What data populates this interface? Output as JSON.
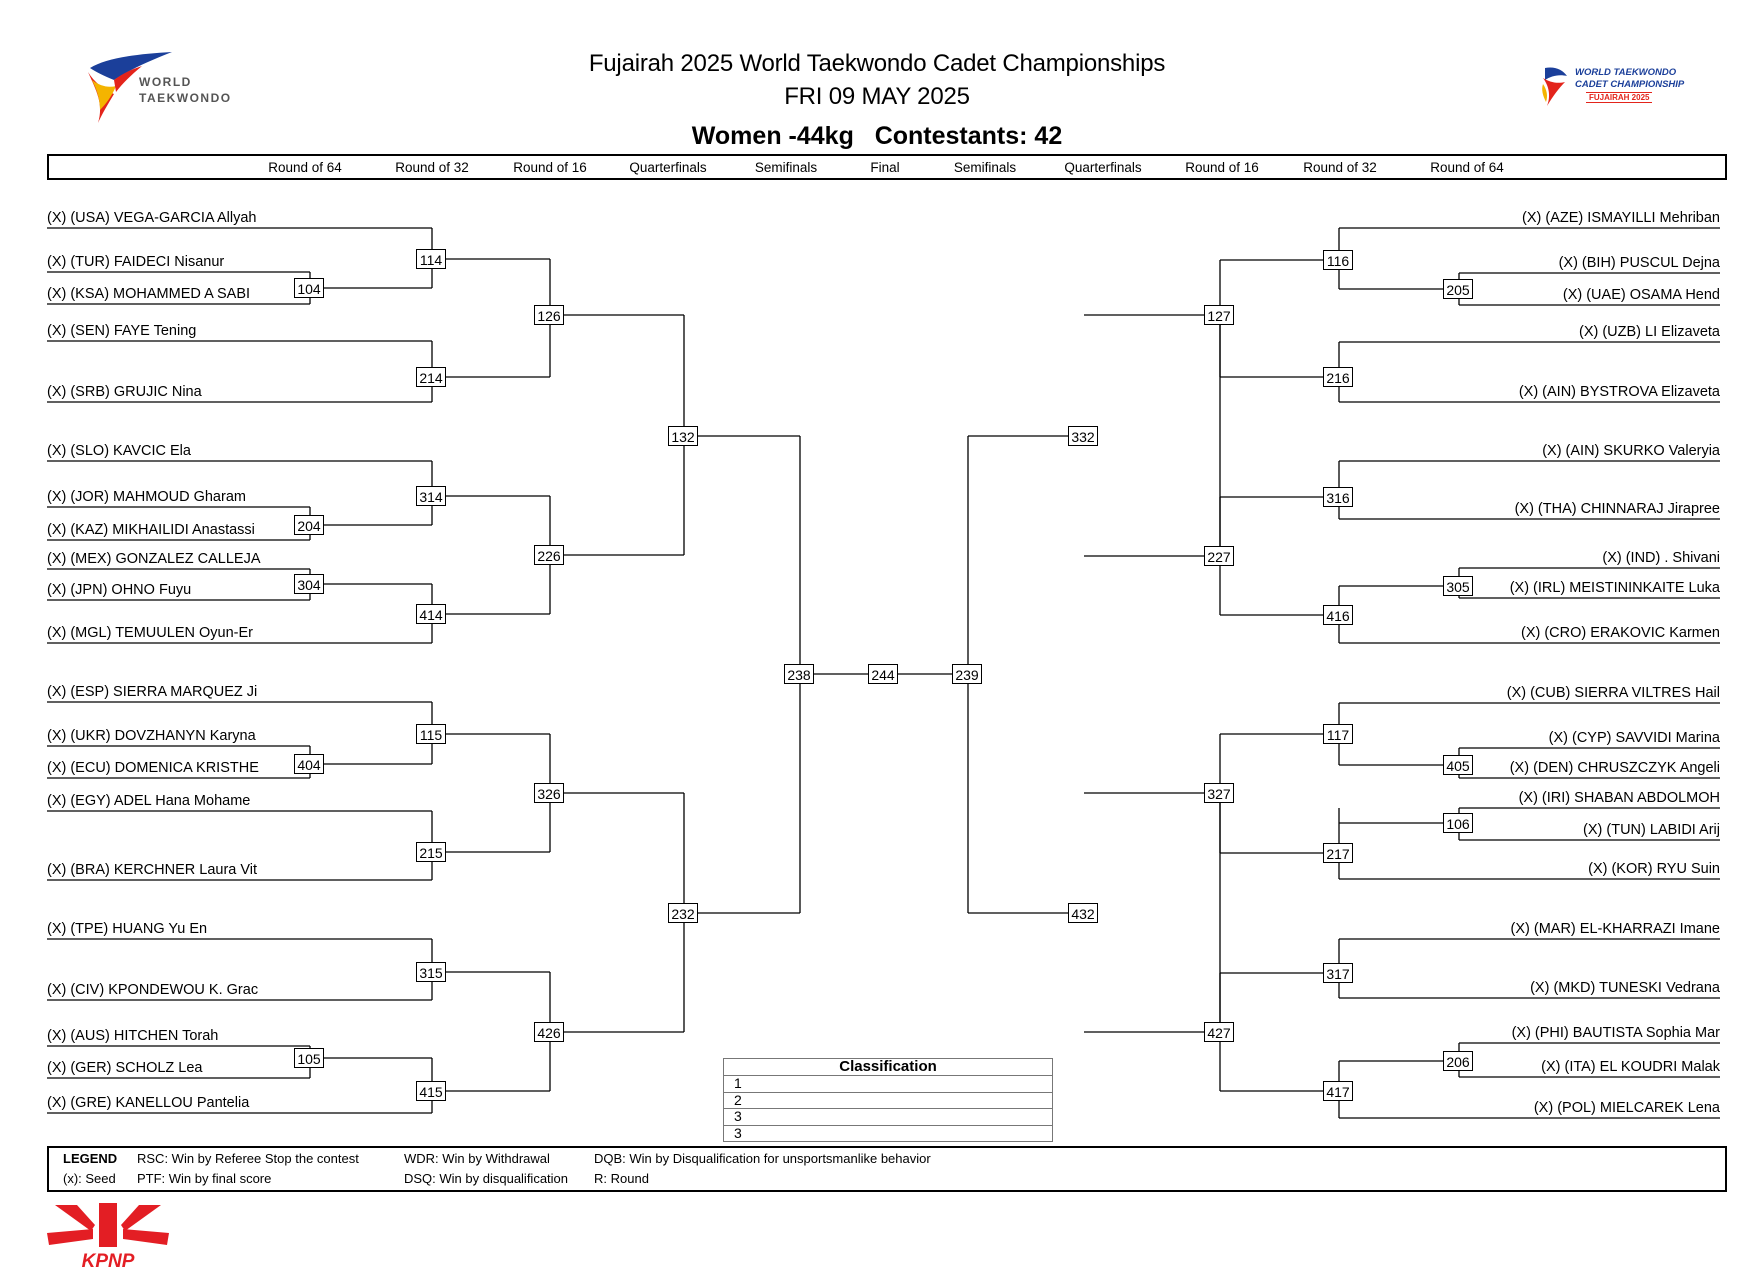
{
  "header": {
    "title": "Fujairah 2025 World Taekwondo Cadet Championships",
    "date": "FRI 09 MAY 2025",
    "category": "Women -44kg",
    "contestants": "Contestants: 42"
  },
  "logos": {
    "left_line1": "WORLD",
    "left_line2": "TAEKWONDO",
    "right_line1": "WORLD TAEKWONDO",
    "right_line2": "CADET CHAMPIONSHIP",
    "right_line3": "FUJAIRAH 2025",
    "sponsor": "KPNP"
  },
  "colors": {
    "wt_red": "#e3241b",
    "wt_blue": "#1b3f9a",
    "wt_yellow": "#f4b400",
    "kpnp_red": "#e31e24"
  },
  "rounds": [
    "Round of 64",
    "Round of 32",
    "Round of 16",
    "Quarterfinals",
    "Semifinals",
    "Final",
    "Semifinals",
    "Quarterfinals",
    "Round of 16",
    "Round of 32",
    "Round of 64"
  ],
  "left_names": [
    "(X) (USA) VEGA-GARCIA Allyah",
    "(X) (TUR) FAIDECI Nisanur",
    "(X) (KSA) MOHAMMED A SABI",
    "(X) (SEN) FAYE Tening",
    "(X) (SRB) GRUJIC Nina",
    "(X) (SLO) KAVCIC Ela",
    "(X) (JOR) MAHMOUD Gharam",
    "(X) (KAZ) MIKHAILIDI Anastassi",
    "(X) (MEX) GONZALEZ CALLEJA",
    "(X) (JPN) OHNO Fuyu",
    "(X) (MGL) TEMUULEN Oyun-Er",
    "(X) (ESP) SIERRA MARQUEZ Ji",
    "(X) (UKR) DOVZHANYN Karyna",
    "(X) (ECU) DOMENICA KRISTHE",
    "(X) (EGY) ADEL Hana Mohame",
    "(X) (BRA) KERCHNER Laura Vit",
    "(X) (TPE) HUANG Yu En",
    "(X) (CIV) KPONDEWOU K. Grac",
    "(X) (AUS) HITCHEN Torah",
    "(X) (GER) SCHOLZ Lea",
    "(X) (GRE) KANELLOU Pantelia"
  ],
  "right_names": [
    "(X) (AZE) ISMAYILLI Mehriban",
    "(X) (BIH) PUSCUL Dejna",
    "(X) (UAE) OSAMA Hend",
    "(X) (UZB) LI Elizaveta",
    "(X) (AIN) BYSTROVA Elizaveta",
    "(X) (AIN) SKURKO Valeryia",
    "(X) (THA) CHINNARAJ Jirapree",
    "(X) (IND) . Shivani",
    "(X) (IRL) MEISTININKAITE Luka",
    "(X) (CRO) ERAKOVIC Karmen",
    "(X) (CUB) SIERRA VILTRES Hail",
    "(X) (CYP) SAVVIDI Marina",
    "(X) (DEN) CHRUSZCZYK Angeli",
    "(X) (IRI) SHABAN ABDOLMOH",
    "(X) (TUN) LABIDI Arij",
    "(X) (KOR) RYU Suin",
    "(X) (MAR) EL-KHARRAZI Imane",
    "(X) (MKD) TUNESKI Vedrana",
    "(X) (PHI) BAUTISTA Sophia Mar",
    "(X) (ITA) EL KOUDRI Malak",
    "(X) (POL) MIELCAREK Lena"
  ],
  "matches": {
    "left_r64": [
      "104",
      "204",
      "304",
      "404",
      "105"
    ],
    "left_r32": [
      "114",
      "214",
      "314",
      "414",
      "115",
      "215",
      "315",
      "415"
    ],
    "left_r16": [
      "126",
      "226",
      "326",
      "426"
    ],
    "left_qf": [
      "132",
      "232"
    ],
    "left_sf": "238",
    "final": "244",
    "right_sf": "239",
    "right_qf": [
      "332",
      "432"
    ],
    "right_r16": [
      "127",
      "227",
      "327",
      "427"
    ],
    "right_r32": [
      "116",
      "216",
      "316",
      "416",
      "117",
      "217",
      "317",
      "417"
    ],
    "right_r64": [
      "205",
      "305",
      "405",
      "106",
      "206"
    ]
  },
  "classification": {
    "title": "Classification",
    "rows": [
      "1",
      "2",
      "3",
      "3"
    ]
  },
  "legend": {
    "title": "LEGEND",
    "seed": "(x): Seed",
    "rsc": "RSC: Win by Referee Stop the contest",
    "ptf": "PTF: Win by final score",
    "wdr": "WDR: Win by Withdrawal",
    "dsq": "DSQ: Win by disqualification",
    "dqb": "DQB: Win by Disqualification for unsportsmanlike behavior",
    "r": "R: Round"
  }
}
